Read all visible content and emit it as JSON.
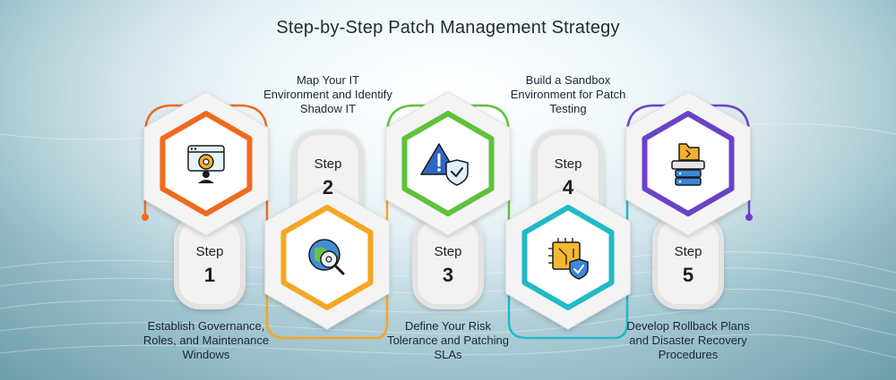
{
  "title": "Step-by-Step Patch Management Strategy",
  "colors": {
    "step1": "#f06a1e",
    "step2": "#f5a623",
    "step3": "#5fc23a",
    "step4": "#22b9c7",
    "step5": "#6a42c9",
    "connector": "#e9e9e9"
  },
  "steps": [
    {
      "word": "Step",
      "number": "1",
      "caption": [
        "Establish Governance,",
        "Roles, and Maintenance",
        "Windows"
      ],
      "icon": "gear-browser-icon"
    },
    {
      "word": "Step",
      "number": "2",
      "caption": [
        "Map Your IT",
        "Environment and Identify",
        "Shadow IT"
      ],
      "icon": "globe-search-icon"
    },
    {
      "word": "Step",
      "number": "3",
      "caption": [
        "Define Your Risk",
        "Tolerance and Patching",
        "SLAs"
      ],
      "icon": "warning-shield-icon"
    },
    {
      "word": "Step",
      "number": "4",
      "caption": [
        "Build a Sandbox",
        "Environment for Patch",
        "Testing"
      ],
      "icon": "circuit-shield-icon"
    },
    {
      "word": "Step",
      "number": "5",
      "caption": [
        "Develop Rollback Plans",
        "and Disaster Recovery",
        "Procedures"
      ],
      "icon": "folder-server-icon"
    }
  ]
}
